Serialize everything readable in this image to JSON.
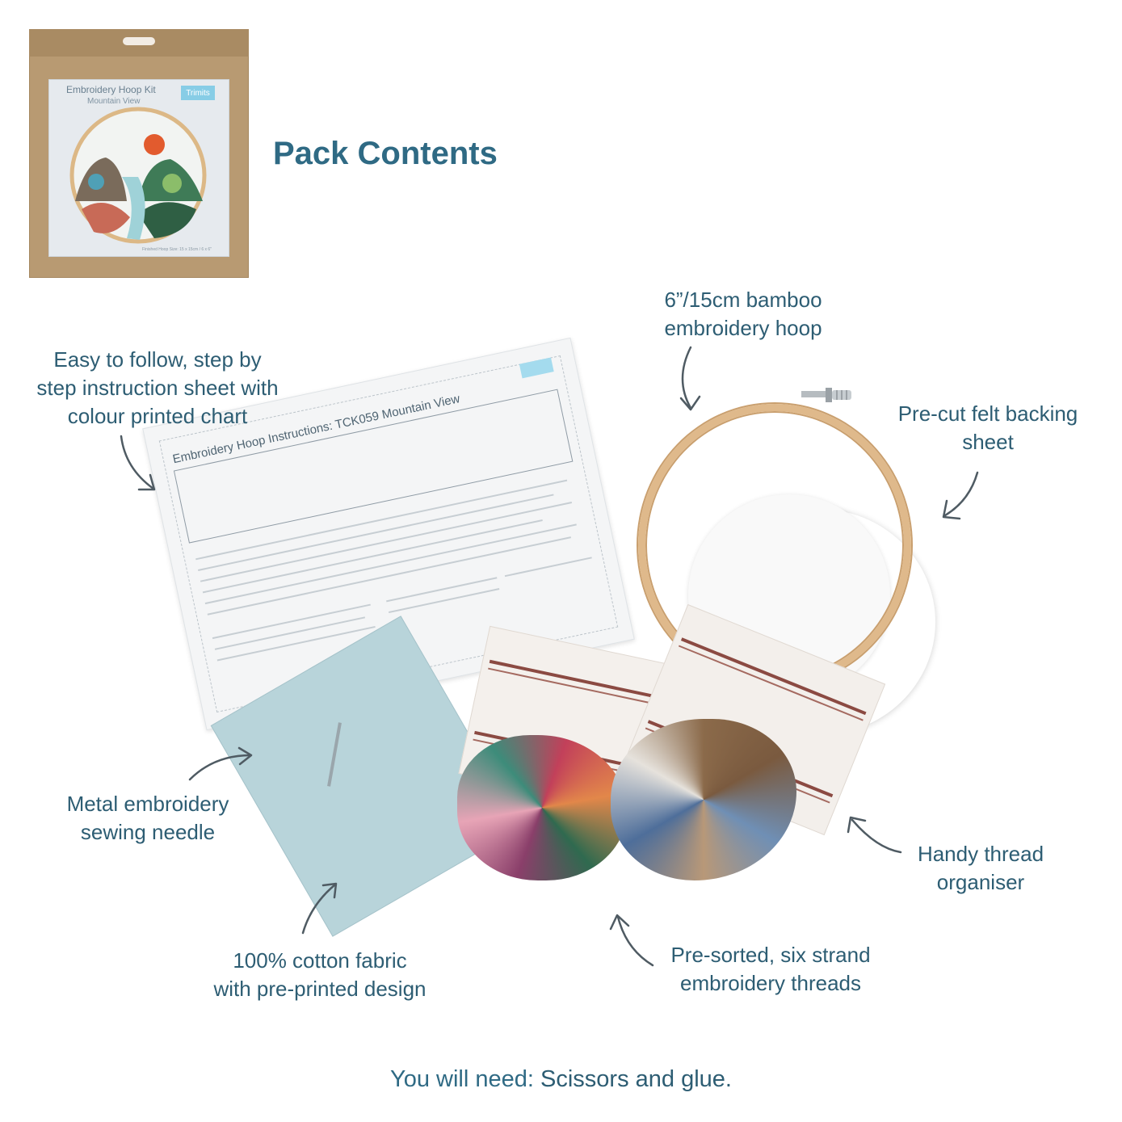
{
  "box": {
    "title": "Embroidery Hoop Kit",
    "subtitle": "Mountain View",
    "logo": "Trimits",
    "footer_note": "Finished Hoop Size: 15 x 15cm / 6 x 6\""
  },
  "heading": "Pack Contents",
  "labels": {
    "hoop": [
      "6”/15cm bamboo",
      "embroidery hoop"
    ],
    "instructions": [
      "Easy to follow, step by",
      "step instruction sheet with",
      "colour printed chart"
    ],
    "felt": [
      "Pre-cut felt backing",
      "sheet"
    ],
    "needle": [
      "Metal embroidery",
      "sewing needle"
    ],
    "organiser": [
      "Handy thread",
      "organiser"
    ],
    "fabric": [
      "100% cotton fabric",
      "with pre-printed design"
    ],
    "threads": [
      "Pre-sorted, six strand",
      "embroidery threads"
    ]
  },
  "sheet": {
    "title": "Embroidery Hoop Instructions: TCK059 Mountain View"
  },
  "footer": {
    "lead": "You will need:",
    "rest": " Scissors and glue."
  },
  "colors": {
    "text": "#2d5d73",
    "heading": "#2f6a84",
    "kraft": "#b89a72",
    "bamboo": "#dfb98b",
    "fabric": "#b8d4da"
  }
}
